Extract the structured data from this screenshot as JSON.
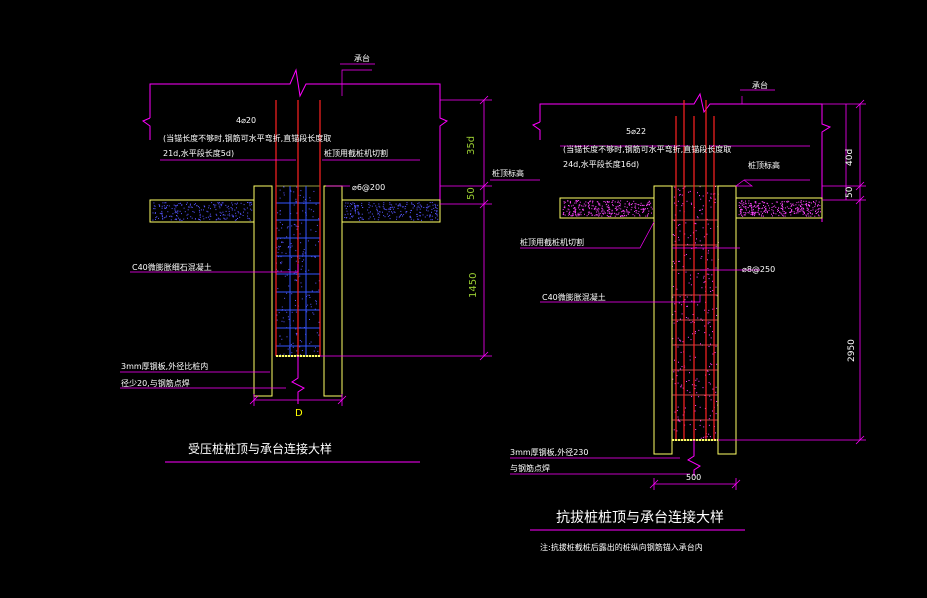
{
  "colors": {
    "background": "#000000",
    "outline": "#ffff66",
    "dimension": "#ff00ff",
    "rebar": "#ff2222",
    "stirrup": "#3355ff",
    "concrete_dots_left": "#5555ff",
    "concrete_dots_right": "#ff44ff",
    "text": "#ffffff"
  },
  "left_detail": {
    "title": "受压桩桩顶与承台连接大样",
    "cap_label": "承台",
    "rebar_label": "4⌀20",
    "anchor_note_1": "(当锚长度不够时,钢筋可水平弯折,直锚段长度取",
    "anchor_note_2": "21d,水平段长度5d)",
    "cut_label": "桩顶用截桩机切割",
    "stirrup_label": "⌀6@200",
    "concrete_label": "C40微膨胀细石混凝土",
    "plate_label_1": "3mm厚钢板,外径比桩内",
    "plate_label_2": "径少20,与钢筋点焊",
    "dim_35d": "35d",
    "dim_50": "50",
    "dim_1450": "1450",
    "dim_D": "D"
  },
  "right_detail": {
    "title": "抗拔桩桩顶与承台连接大样",
    "cap_label": "承台",
    "pile_top_label": "桩顶标高",
    "pile_top_label_2": "桩顶标高",
    "rebar_label": "5⌀22",
    "anchor_note_1": "(当锚长度不够时,钢筋可水平弯折,直锚段长度取",
    "anchor_note_2": "24d,水平段长度16d)",
    "cut_label": "桩顶用截桩机切割",
    "stirrup_label": "⌀8@250",
    "concrete_label": "C40微膨胀混凝土",
    "plate_label_1": "3mm厚钢板,外径230",
    "plate_label_2": "与钢筋点焊",
    "dim_40d": "40d",
    "dim_50": "50",
    "dim_2950": "2950",
    "dim_500": "500",
    "note": "注:抗拔桩截桩后露出的桩纵向钢筋锚入承台内"
  }
}
